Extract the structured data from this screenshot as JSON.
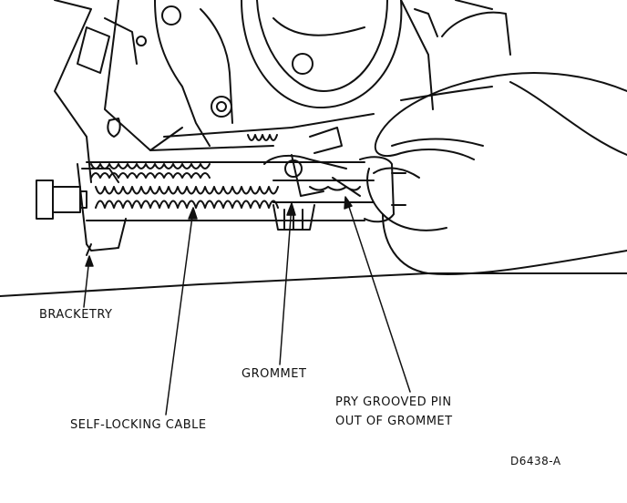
{
  "labels": {
    "bracketry": "BRACKETRY",
    "grommet": "GROMMET",
    "pry_line1": "PRY GROOVED PIN",
    "pry_line2": "OUT OF GROMMET",
    "self_locking_cable": "SELF-LOCKING CABLE",
    "figure_id": "D6438-A"
  },
  "colors": {
    "ink": "#111111",
    "paper": "#ffffff"
  }
}
